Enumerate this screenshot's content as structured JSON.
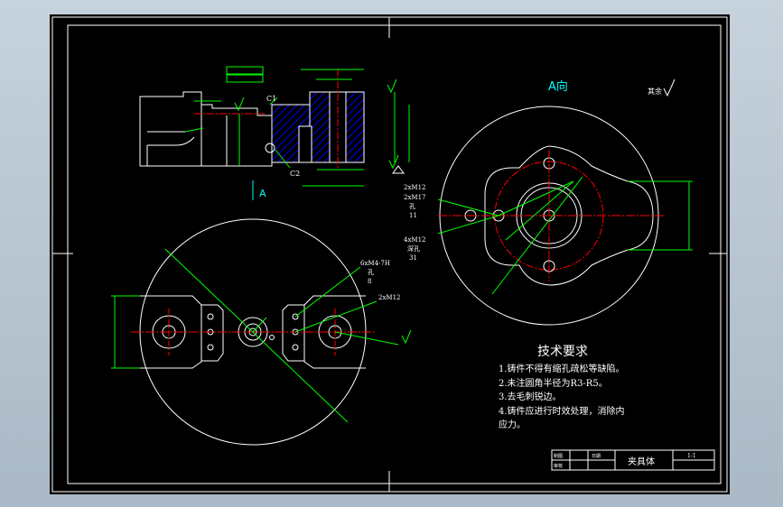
{
  "colors": {
    "background": "#000000",
    "outline": "#ffffff",
    "dimension": "#00ff00",
    "centerline": "#ff0000",
    "section_label": "#00ffff",
    "hatch": "#0000ff"
  },
  "view_labels": {
    "view_a_direction": "A向",
    "section_a": "A",
    "surface_roughness": "其余"
  },
  "notes": {
    "title": "技术要求",
    "items": [
      "1.铸件不得有缩孔疏松等缺陷。",
      "2.未注圆角半径为R3-R5。",
      "3.去毛刺锐边。",
      "4.铸件应进行时效处理，消除内",
      "应力。"
    ]
  },
  "callouts": {
    "tap_1_a": "2xM12",
    "tap_1_b": "2xM17",
    "tap_1_c": "孔",
    "tap_1_d": "11",
    "tap_2_a": "4xM12",
    "tap_2_b": "深孔",
    "tap_2_c": "31",
    "thread_top_a": "6xM4-7H",
    "thread_top_b": "孔",
    "thread_top_c": "8",
    "thread_right": "2xM12",
    "chamfer_c1": "C1",
    "chamfer_c2": "C2"
  },
  "title_block": {
    "part_name": "夹具体",
    "scale": "1:1",
    "drawn": "制图",
    "checked": "审核",
    "date_label": "日期"
  }
}
